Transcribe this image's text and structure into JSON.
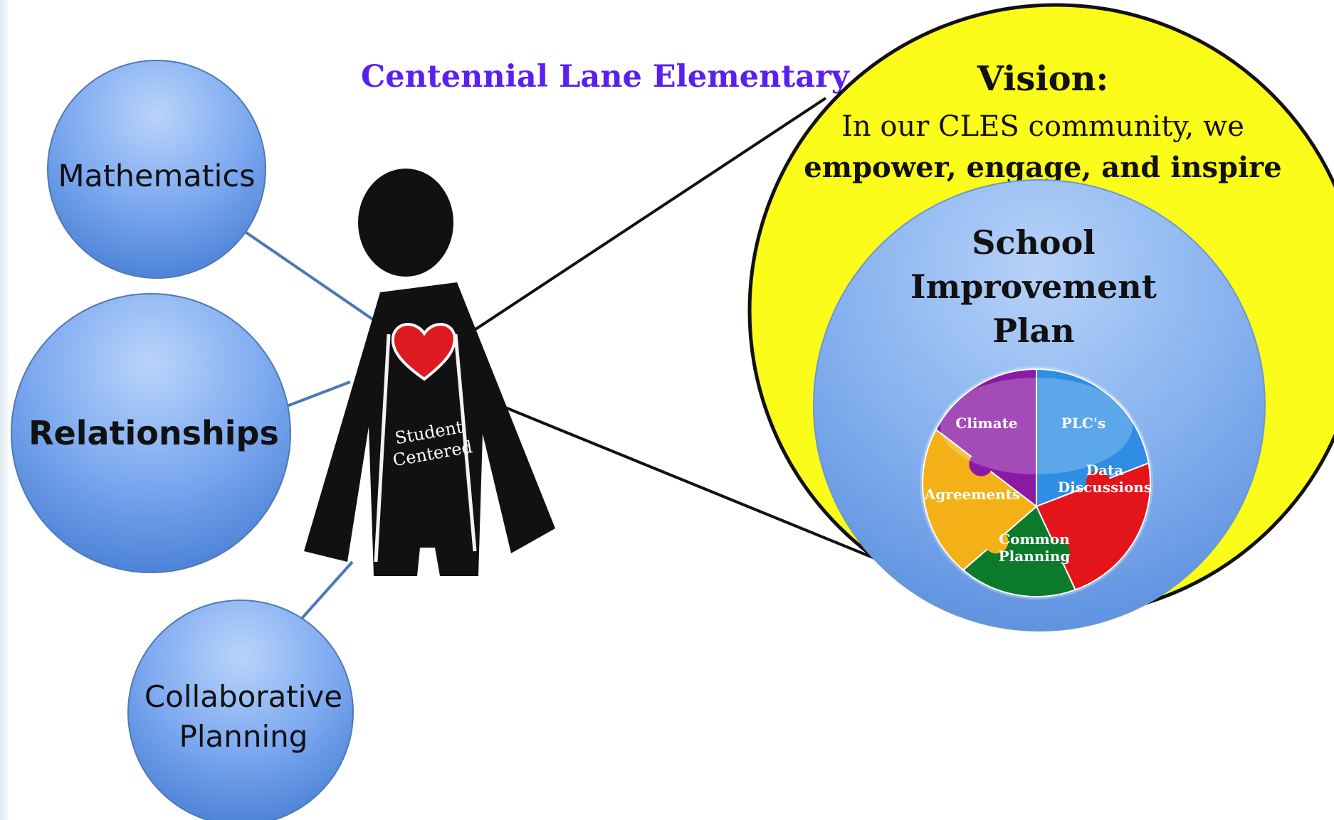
{
  "title": "Centennial Lane Elementary",
  "colors": {
    "title": "#5b1ff0",
    "bubble_blue": "#5e93e2",
    "vision_yellow": "#fbfc19",
    "line_blue": "#4a78b8",
    "outline": "#111111"
  },
  "bubbles": [
    {
      "lines": [
        "Mathematics"
      ]
    },
    {
      "lines": [
        "Relationships"
      ]
    },
    {
      "lines": [
        "Collaborative",
        "Planning"
      ]
    }
  ],
  "figure": {
    "shirt_text": [
      "Student",
      "Centered"
    ]
  },
  "vision": {
    "heading": "Vision:",
    "line1": "In our CLES community, we",
    "line2": "empower, engage, and inspire"
  },
  "plan": {
    "title_lines": [
      "School",
      "Improvement",
      "Plan"
    ],
    "pieces": [
      {
        "label": "Climate",
        "color": "#2f8de4"
      },
      {
        "label": "PLC's",
        "color": "#e3151b"
      },
      {
        "label": "Data Discussions",
        "color": "#0c7a2b"
      },
      {
        "label": "Common Planning",
        "color": "#f4b117"
      },
      {
        "label": "Agreements",
        "color": "#8a1aa3"
      }
    ]
  }
}
